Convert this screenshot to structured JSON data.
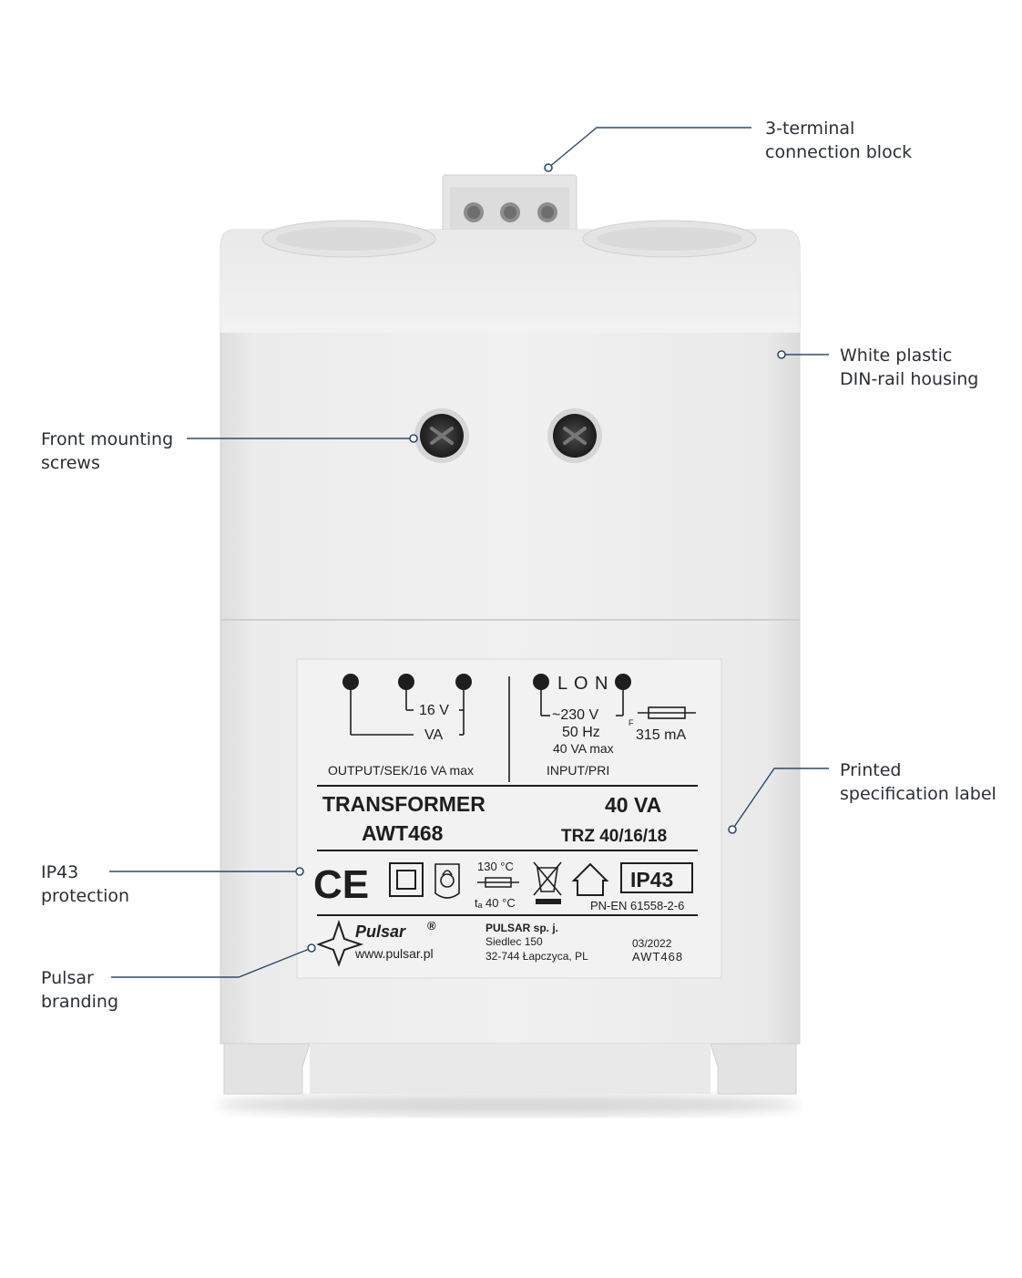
{
  "callouts": {
    "terminal_block": {
      "line1": "3-terminal",
      "line2": "connection block"
    },
    "housing": {
      "line1": "White plastic",
      "line2": "DIN-rail housing"
    },
    "screws": {
      "line1": "Front mounting",
      "line2": "screws"
    },
    "spec_label": {
      "line1": "Printed",
      "line2": "specification label"
    },
    "ip_protection": {
      "line1": "IP43",
      "line2": "protection"
    },
    "branding": {
      "line1": "Pulsar",
      "line2": "branding"
    }
  },
  "label": {
    "output_voltage": "16 V",
    "output_va": "VA",
    "output_caption": "OUTPUT/SEK/16 VA max",
    "input_terminals": "L O N",
    "input_voltage": "~230 V",
    "input_freq": "50 Hz",
    "input_power": "40 VA max",
    "fuse_type": "F",
    "fuse_rating": "315 mA",
    "input_caption": "INPUT/PRI",
    "product_type": "TRANSFORMER",
    "model": "AWT468",
    "power": "40 VA",
    "trz_code": "TRZ 40/16/18",
    "temp_max": "130 °C",
    "temp_ambient": "tₐ 40 °C",
    "ip_rating": "IP43",
    "standard": "PN-EN 61558-2-6",
    "brand": "Pulsar",
    "brand_mark": "®",
    "website": "www.pulsar.pl",
    "company": "PULSAR sp. j.",
    "address1": "Siedlec 150",
    "address2": "32-744 Łapczyca, PL",
    "date": "03/2022",
    "model_code": "AWT468"
  },
  "colors": {
    "leader_line": "#2e4a6b",
    "housing": "#eeeeee",
    "label_bg": "#f2f2f2",
    "ink": "#1e1e1e"
  }
}
